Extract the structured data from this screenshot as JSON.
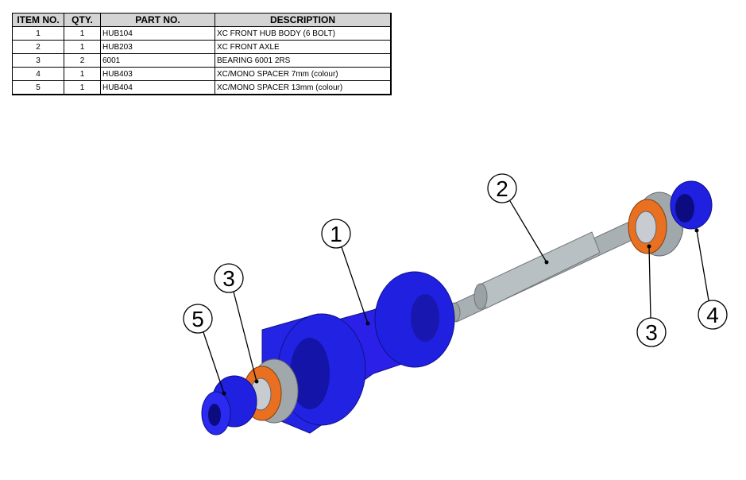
{
  "bom": {
    "headers": [
      "ITEM NO.",
      "QTY.",
      "PART NO.",
      "DESCRIPTION"
    ],
    "rows": [
      [
        "1",
        "1",
        "HUB104",
        "XC FRONT HUB BODY (6 BOLT)"
      ],
      [
        "2",
        "1",
        "HUB203",
        "XC FRONT AXLE"
      ],
      [
        "3",
        "2",
        "6001",
        "BEARING 6001 2RS"
      ],
      [
        "4",
        "1",
        "HUB403",
        "XC/MONO SPACER 7mm (colour)"
      ],
      [
        "5",
        "1",
        "HUB404",
        "XC/MONO SPACER 13mm (colour)"
      ]
    ]
  },
  "balloons": [
    "1",
    "2",
    "3",
    "3",
    "4",
    "5"
  ],
  "colors": {
    "part_blue": "#2020e0",
    "bearing_orange": "#e87020",
    "axle_gray": "#a8b0b4"
  }
}
